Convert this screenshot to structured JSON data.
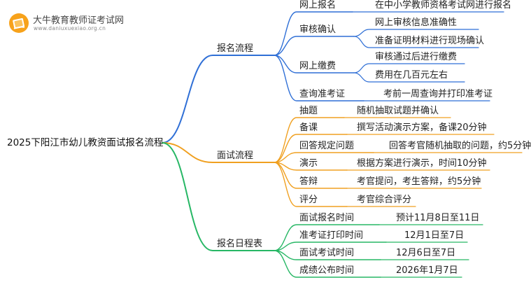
{
  "brand": {
    "title": "大牛教育教师证考试网",
    "url": "www.daniuxuexiao.org.cn",
    "colors": {
      "orange": "#f7a21b",
      "orange_light": "#fbc25b",
      "white": "#ffffff"
    }
  },
  "root": {
    "label": "2025下阳江市幼儿教资面试报名流程"
  },
  "branches": [
    {
      "label": "报名流程",
      "color": "#2f6fd6",
      "items": [
        {
          "label": "网上报名",
          "details": [
            "在中小学教师资格考试网进行报名"
          ]
        },
        {
          "label": "审核确认",
          "details": [
            "网上审核信息准确性",
            "准备证明材料进行现场确认"
          ]
        },
        {
          "label": "网上缴费",
          "details": [
            "审核通过后进行缴费",
            "费用在几百元左右"
          ]
        },
        {
          "label": "查询准考证",
          "details": [
            "考前一周查询并打印准考证"
          ]
        }
      ]
    },
    {
      "label": "面试流程",
      "color": "#f0a020",
      "items": [
        {
          "label": "抽题",
          "details": [
            "随机抽取试题并确认"
          ]
        },
        {
          "label": "备课",
          "details": [
            "撰写活动演示方案，备课20分钟"
          ]
        },
        {
          "label": "回答规定问题",
          "details": [
            "回答考官随机抽取的问题，约5分钟"
          ]
        },
        {
          "label": "演示",
          "details": [
            "根据方案进行演示，时间10分钟"
          ]
        },
        {
          "label": "答辩",
          "details": [
            "考官提问，考生答辩，约5分钟"
          ]
        },
        {
          "label": "评分",
          "details": [
            "考官综合评分"
          ]
        }
      ]
    },
    {
      "label": "报名日程表",
      "color": "#27b765",
      "items": [
        {
          "label": "面试报名时间",
          "details": [
            "预计11月8日至11日"
          ]
        },
        {
          "label": "准考证打印时间",
          "details": [
            "12月1日至7日"
          ]
        },
        {
          "label": "面试考试时间",
          "details": [
            "12月6日至7日"
          ]
        },
        {
          "label": "成绩公布时间",
          "details": [
            "2026年1月7日"
          ]
        }
      ]
    }
  ]
}
